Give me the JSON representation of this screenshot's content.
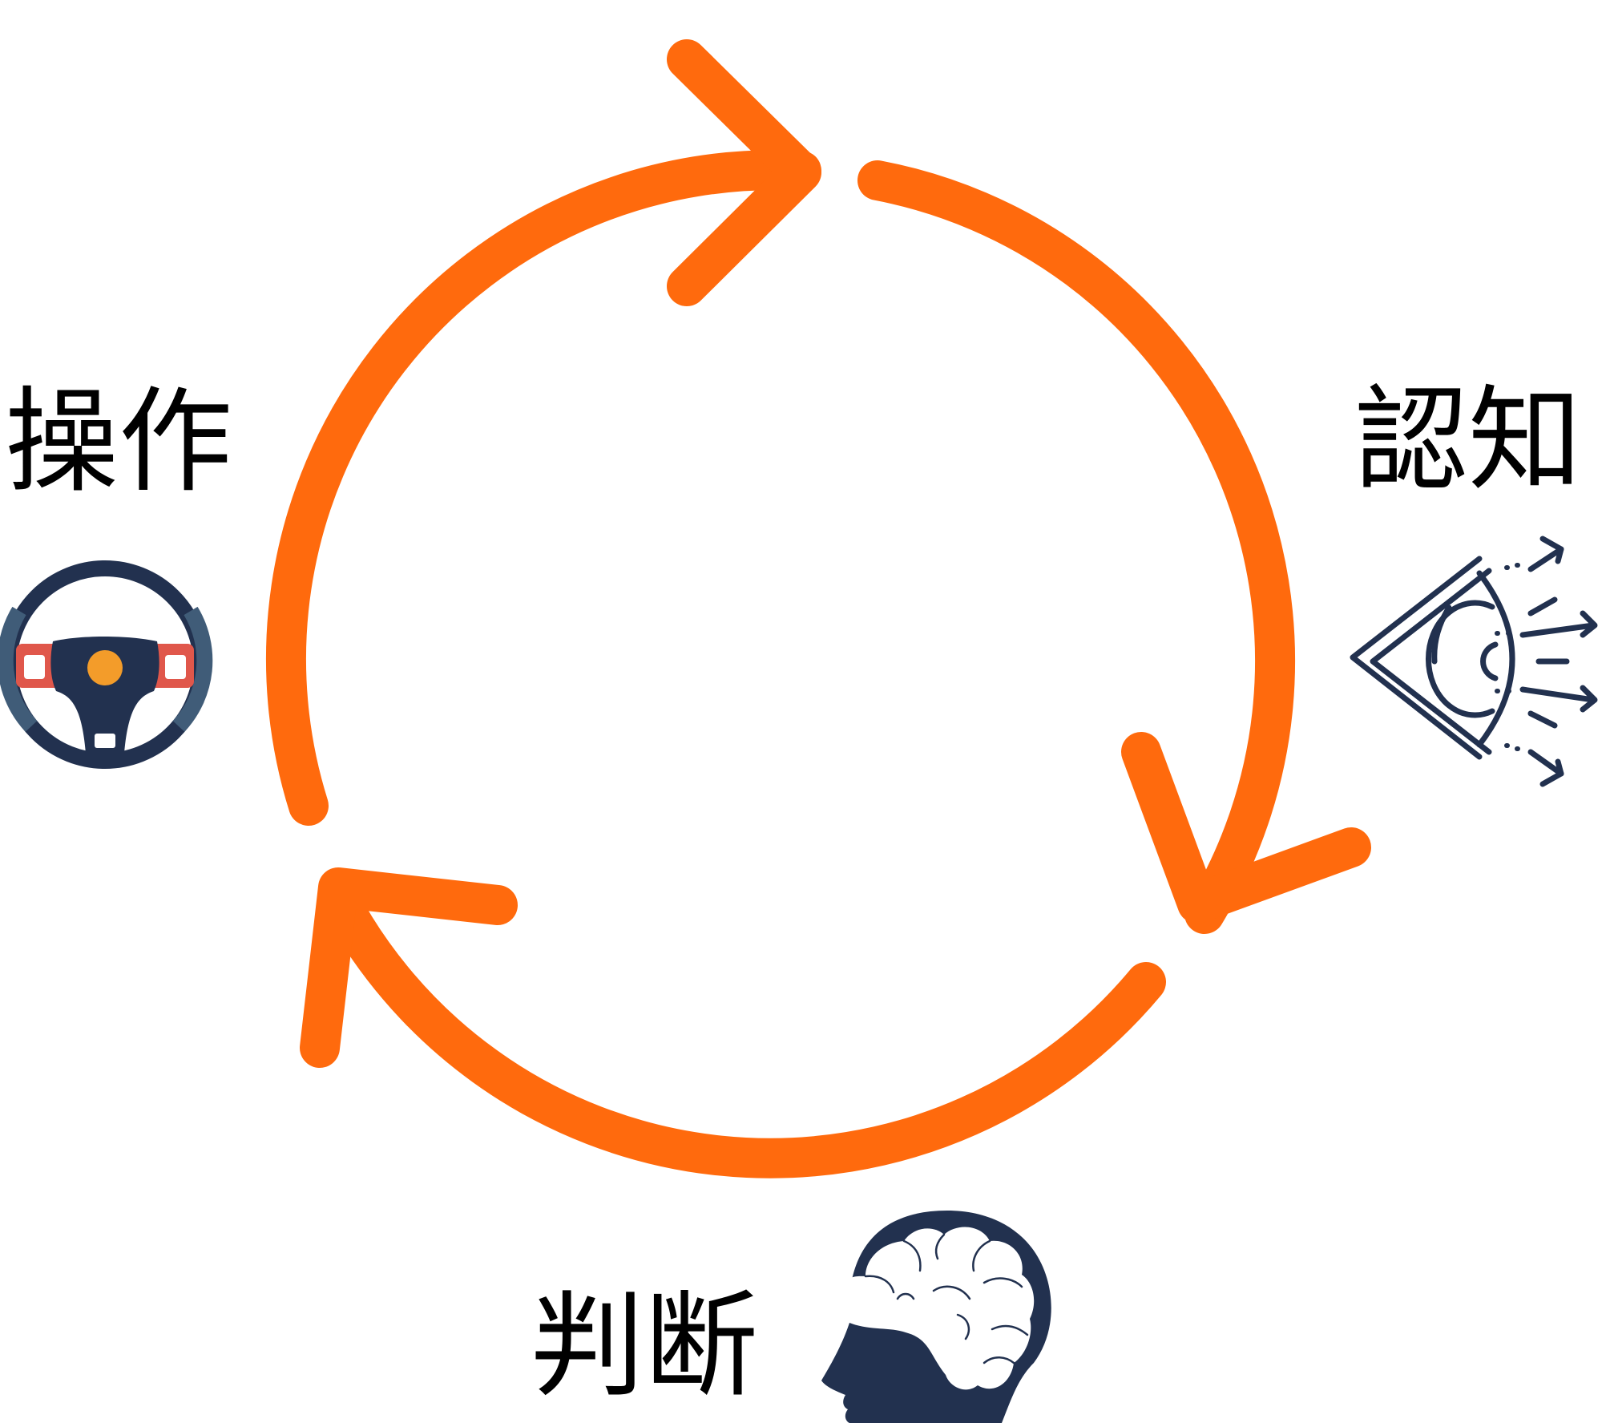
{
  "labels": {
    "recognition": "認知",
    "judgment": "判断",
    "operation": "操作"
  },
  "icons": {
    "recognition": "eye-vision-icon",
    "judgment": "head-brain-icon",
    "operation": "steering-wheel-icon"
  },
  "colors": {
    "cycle_arrow": "#FF6A0D",
    "icon_navy": "#22314F",
    "icon_steel": "#405C78",
    "icon_red": "#E0574B",
    "icon_orange": "#F39C2A"
  }
}
